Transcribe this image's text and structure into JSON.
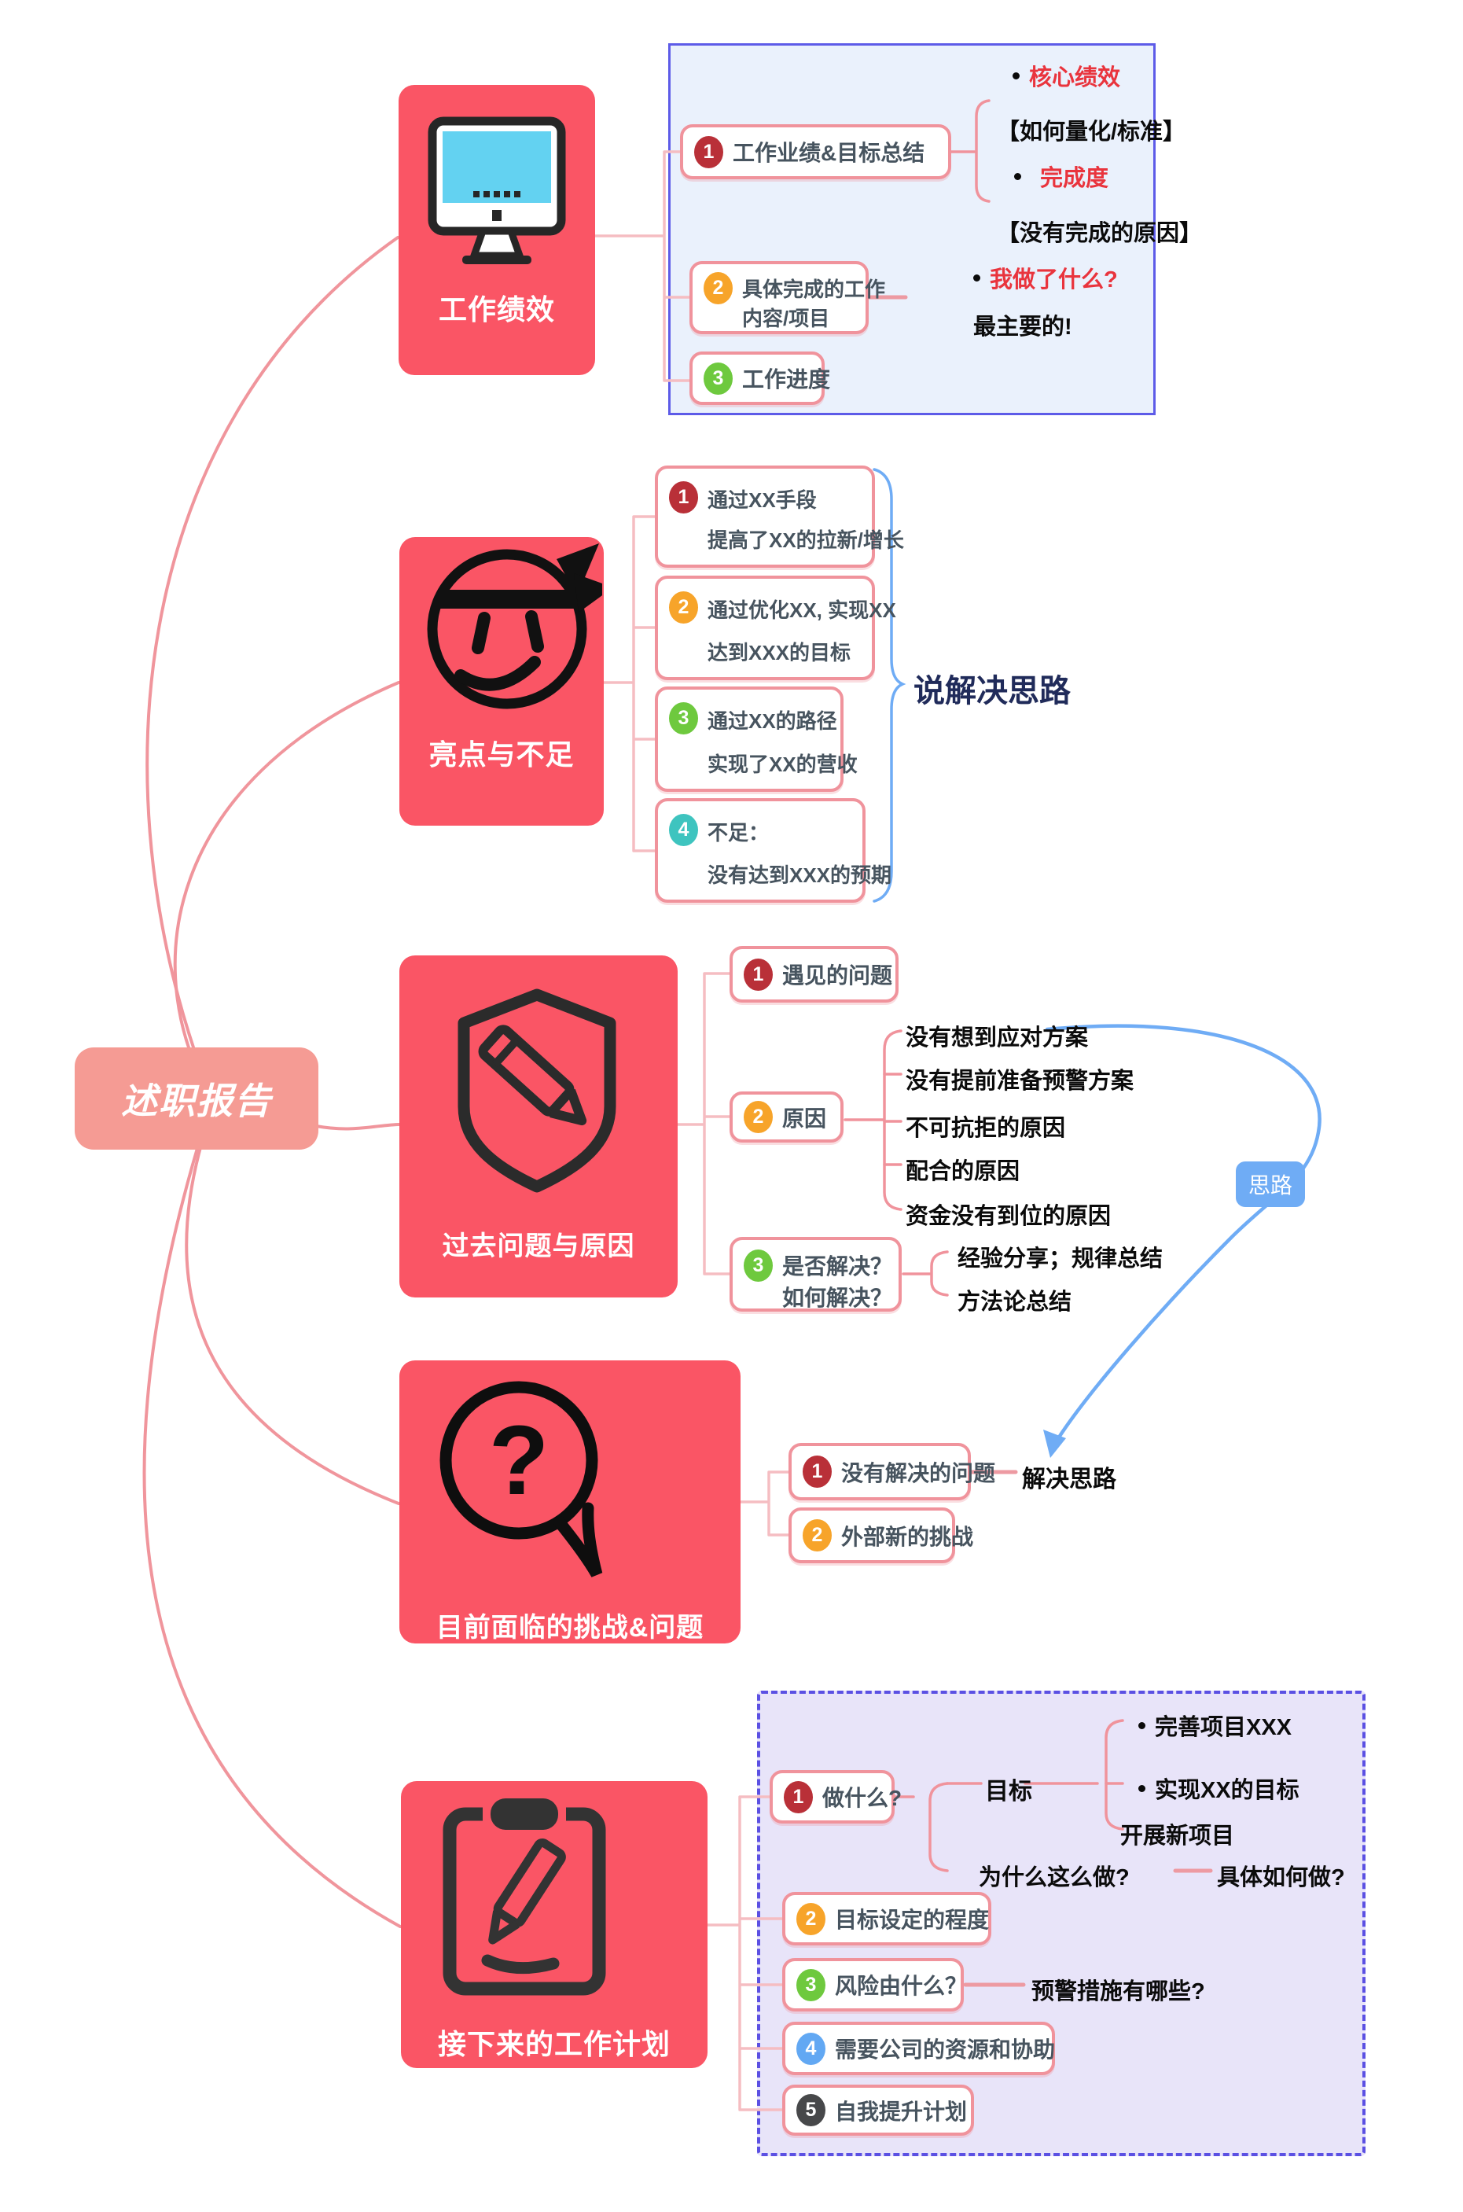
{
  "colors": {
    "branch_red": "#FA5565",
    "root_pink": "#F59B94",
    "node_border": "#F0939C",
    "blue_panel": "#EAF1FC",
    "blue_border": "#5D5BE8",
    "purple_panel": "#E8E4F9",
    "purple_border": "#5B50E3",
    "accent_blue": "#6FACF5",
    "red_text": "#E9343D",
    "navy_text": "#202B5A"
  },
  "root_label": "述职报告",
  "b1": {
    "title": "工作绩效",
    "n1": {
      "num": "1",
      "label": "工作业绩&目标总结"
    },
    "perf_bullet_1": "核心绩效",
    "quant_note": "【如何量化/标准】",
    "perf_bullet_2": "完成度",
    "reason_note": "【没有完成的原因】",
    "n2": {
      "num": "2",
      "line1": "具体完成的工作",
      "line2": "内容/项目"
    },
    "what_bullet": "我做了什么?",
    "main_note": "最主要的!",
    "n3": {
      "num": "3",
      "label": "工作进度"
    }
  },
  "b2": {
    "title": "亮点与不足",
    "n1": {
      "num": "1",
      "line1": "通过XX手段",
      "line2": "提高了XX的拉新/增长"
    },
    "n2": {
      "num": "2",
      "line1": "通过优化XX, 实现XX",
      "line2": "达到XXX的目标"
    },
    "n3": {
      "num": "3",
      "line1": "通过XX的路径",
      "line2": "实现了XX的营收"
    },
    "n4": {
      "num": "4",
      "line1": "不足：",
      "line2": "没有达到XXX的预期"
    },
    "annotation": "说解决思路"
  },
  "b3": {
    "title": "过去问题与原因",
    "n1": {
      "num": "1",
      "label": "遇见的问题"
    },
    "n2": {
      "num": "2",
      "label": "原因"
    },
    "reasons": [
      "没有想到应对方案",
      "没有提前准备预警方案",
      "不可抗拒的原因",
      "配合的原因",
      "资金没有到位的原因"
    ],
    "n3": {
      "num": "3",
      "line1": "是否解决？",
      "line2": "如何解决？"
    },
    "solutions": [
      "经验分享；规律总结",
      "方法论总结"
    ],
    "silu_label": "思路"
  },
  "b4": {
    "title": "目前面临的挑战&问题",
    "n1": {
      "num": "1",
      "label": "没有解决的问题"
    },
    "n2": {
      "num": "2",
      "label": "外部新的挑战"
    },
    "annotation": "解决思路"
  },
  "b5": {
    "title": "接下来的工作计划",
    "n1": {
      "num": "1",
      "label": "做什么?"
    },
    "goal": "目标",
    "goal_items": [
      "完善项目XXX",
      "实现XX的目标",
      "开展新项目"
    ],
    "why": "为什么这么做?",
    "how": "具体如何做?",
    "n2": {
      "num": "2",
      "label": "目标设定的程度"
    },
    "n3": {
      "num": "3",
      "label": "风险由什么？"
    },
    "warn": "预警措施有哪些?",
    "n4": {
      "num": "4",
      "label": "需要公司的资源和协助"
    },
    "n5": {
      "num": "5",
      "label": "自我提升计划"
    }
  }
}
